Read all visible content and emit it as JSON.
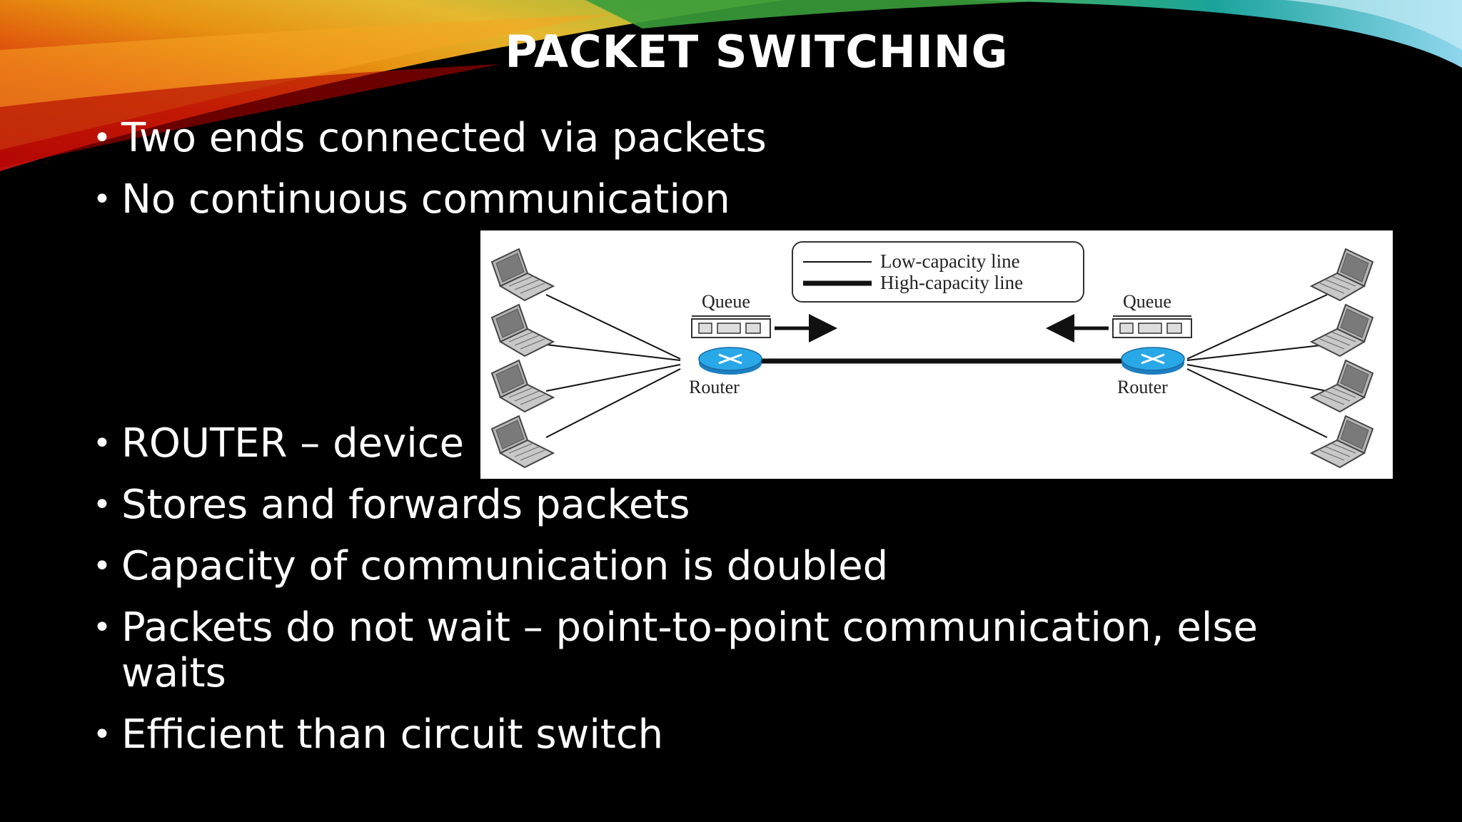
{
  "slide": {
    "title": "PACKET SWITCHING",
    "bullets_top": [
      "Two ends connected via packets",
      "No continuous communication"
    ],
    "bullets_bottom": [
      "ROUTER – device",
      "Stores and forwards packets",
      "Capacity of communication is doubled",
      "Packets do not wait – point-to-point communication, else",
      "waits",
      "Efficient than circuit switch"
    ]
  },
  "diagram": {
    "legend_low": "Low-capacity line",
    "legend_high": "High-capacity line",
    "left_queue_label": "Queue",
    "right_queue_label": "Queue",
    "left_router_label": "Router",
    "right_router_label": "Router"
  },
  "colors": {
    "background": "#000000",
    "text": "#ffffff",
    "router": "#29a8e8"
  }
}
